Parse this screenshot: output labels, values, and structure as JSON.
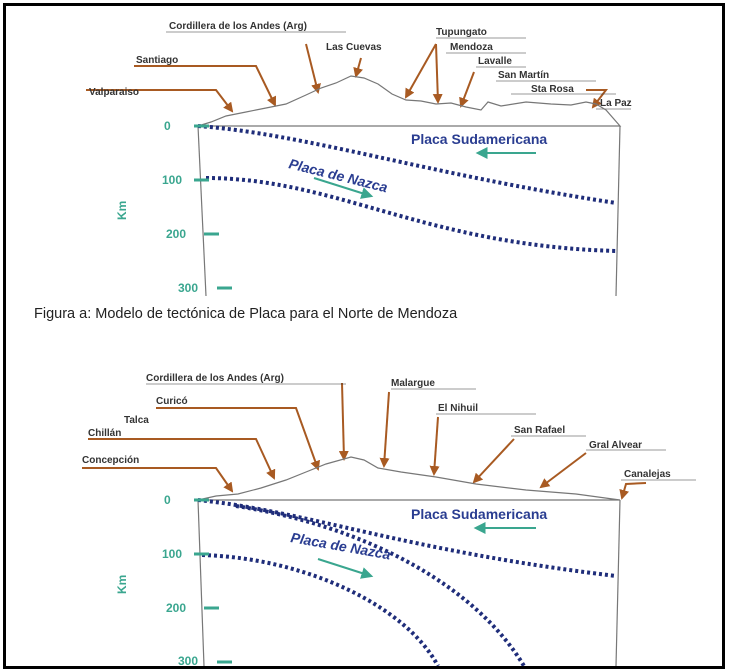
{
  "diagram_a": {
    "caption": "Figura a: Modelo de tectónica de Placa para el Norte de Mendoza",
    "places": [
      "Valparaiso",
      "Santiago",
      "Cordillera de los Andes (Arg)",
      "Las Cuevas",
      "Tupungato",
      "Mendoza",
      "Lavalle",
      "San Martín",
      "Sta Rosa",
      "La Paz"
    ],
    "plate_south_american": "Placa Sudamericana",
    "plate_nazca": "Placa de Nazca",
    "axis_label": "Km",
    "depths": [
      "0",
      "100",
      "200",
      "300"
    ]
  },
  "diagram_b": {
    "places": [
      "Concepción",
      "Chillán",
      "Talca",
      "Curicó",
      "Cordillera de los Andes (Arg)",
      "Malargue",
      "El Nihuil",
      "San Rafael",
      "Gral Alvear",
      "Canalejas"
    ],
    "plate_south_american": "Placa Sudamericana",
    "plate_nazca": "Placa de Nazca",
    "axis_label": "Km",
    "depths": [
      "0",
      "100",
      "200",
      "300"
    ]
  },
  "colors": {
    "arrow": "#a85a22",
    "plate_dots": "#1f2d7a",
    "accent": "#3aa68f",
    "plate_text": "#2a3d91"
  }
}
